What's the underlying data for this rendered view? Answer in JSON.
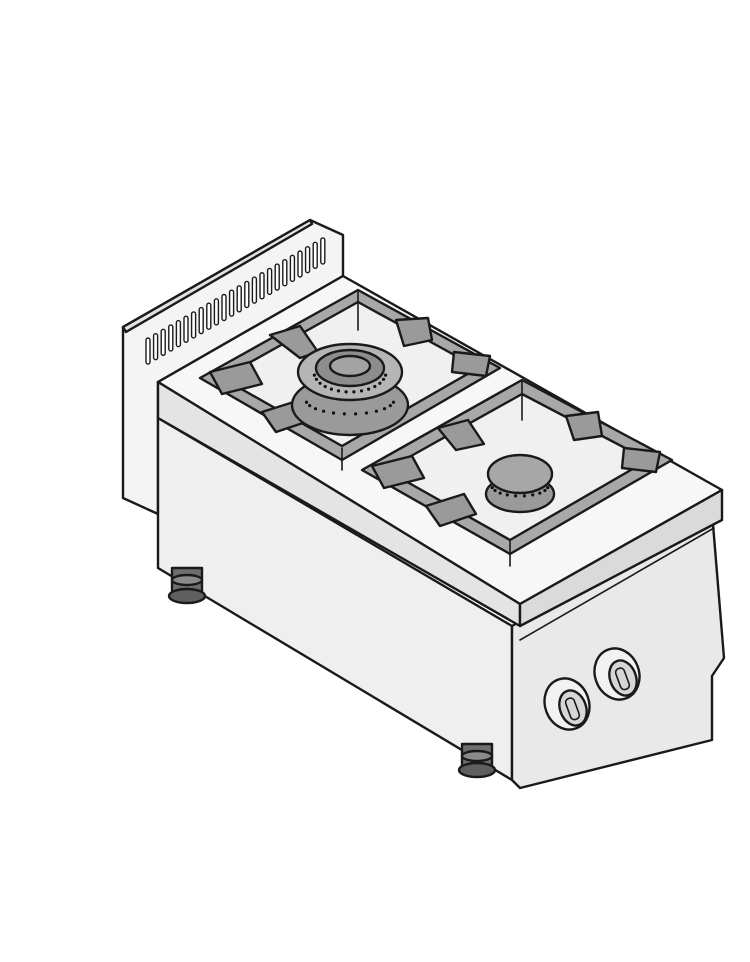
{
  "scene": {
    "subject": "two-burner-gas-cooktop",
    "colors": {
      "background": "#ffffff",
      "outline": "#1a1a1a",
      "steel_light": "#f2f2f2",
      "steel_mid": "#e6e6e6",
      "steel_shadow": "#d9d9d9",
      "grate": "#a8a8a8",
      "grate_dark": "#8c8c8c",
      "burner": "#9a9a9a",
      "foot": "#6e6e6e"
    },
    "burners": 2,
    "knobs": 2,
    "feet_visible": 2,
    "splashback_vent_slots": 24
  }
}
